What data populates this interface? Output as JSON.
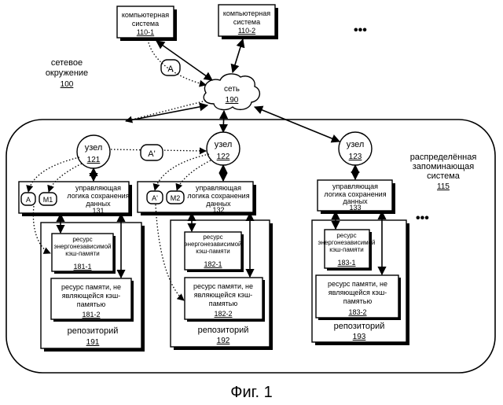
{
  "computer_systems": [
    {
      "label_line1": "компьютерная",
      "label_line2": "система",
      "id": "110-1"
    },
    {
      "label_line1": "компьютерная",
      "label_line2": "система",
      "id": "110-2"
    }
  ],
  "ellipsis": "•••",
  "network_environment": {
    "line1": "сетевое",
    "line2": "окружение",
    "id": "100"
  },
  "network": {
    "label": "сеть",
    "id": "190"
  },
  "messages": {
    "a": "A",
    "a_prime": "A'",
    "m1": "M1",
    "m2": "M2"
  },
  "distributed_storage": {
    "line1": "распределённая",
    "line2": "запоминающая",
    "line3": "система",
    "id": "115"
  },
  "nodes": [
    {
      "label": "узел",
      "id": "121"
    },
    {
      "label": "узел",
      "id": "122"
    },
    {
      "label": "узел",
      "id": "123"
    }
  ],
  "logic_blocks": [
    {
      "line1": "управляющая",
      "line2": "логика сохранения",
      "line3": "данных",
      "id": "131"
    },
    {
      "line1": "управляющая",
      "line2": "логика сохранения",
      "line3": "данных",
      "id": "132"
    },
    {
      "line1": "управляющая",
      "line2": "логика сохранения",
      "line3": "данных",
      "id": "133"
    }
  ],
  "nv_cache": [
    {
      "line1": "ресурс",
      "line2": "энергонезависимой",
      "line3": "кэш-памяти",
      "id": "181-1"
    },
    {
      "line1": "ресурс",
      "line2": "энергонезависимой",
      "line3": "кэш-памяти",
      "id": "182-1"
    },
    {
      "line1": "ресурс",
      "line2": "энергонезависимой",
      "line3": "кэш-памяти",
      "id": "183-1"
    }
  ],
  "non_cache": [
    {
      "line1": "ресурс памяти, не",
      "line2": "являющейся кэш-",
      "line3": "памятью",
      "id": "181-2"
    },
    {
      "line1": "ресурс памяти, не",
      "line2": "являющейся кэш-",
      "line3": "памятью",
      "id": "182-2"
    },
    {
      "line1": "ресурс памяти, не",
      "line2": "являющейся кэш-",
      "line3": "памятью",
      "id": "183-2"
    }
  ],
  "repositories": [
    {
      "label": "репозиторий",
      "id": "191"
    },
    {
      "label": "репозиторий",
      "id": "192"
    },
    {
      "label": "репозиторий",
      "id": "193"
    }
  ],
  "figure_caption": "Фиг. 1"
}
